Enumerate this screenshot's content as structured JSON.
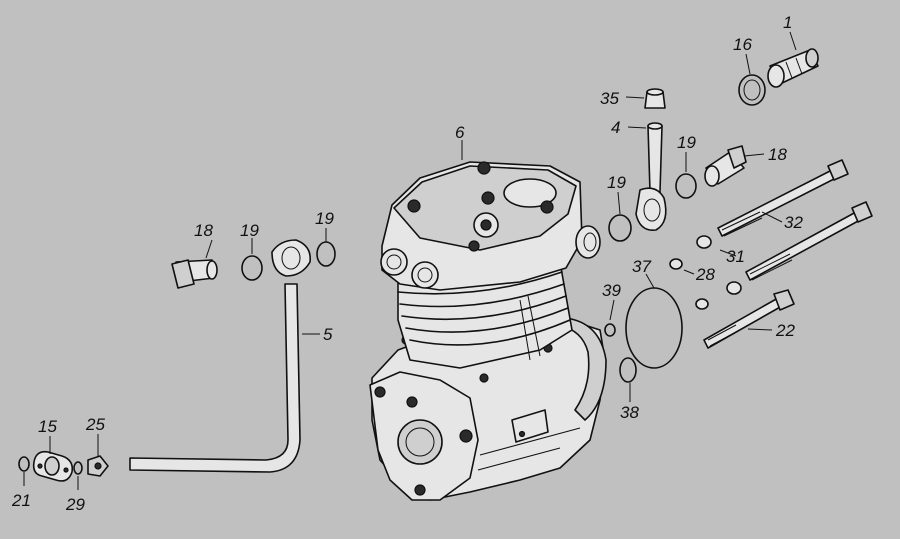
{
  "callouts": {
    "c1": "1",
    "c16": "16",
    "c35": "35",
    "c4": "4",
    "c19a": "19",
    "c18a": "18",
    "c6": "6",
    "c19b": "19",
    "c32": "32",
    "c18b": "18",
    "c19c": "19",
    "c19d": "19",
    "c31": "31",
    "c37": "37",
    "c28": "28",
    "c5": "5",
    "c39": "39",
    "c22": "22",
    "c38": "38",
    "c15": "15",
    "c25": "25",
    "c21": "21",
    "c29": "29"
  },
  "colors": {
    "background": "#c0c0c0",
    "ink": "#111111",
    "metal": "#e6e6e6"
  }
}
